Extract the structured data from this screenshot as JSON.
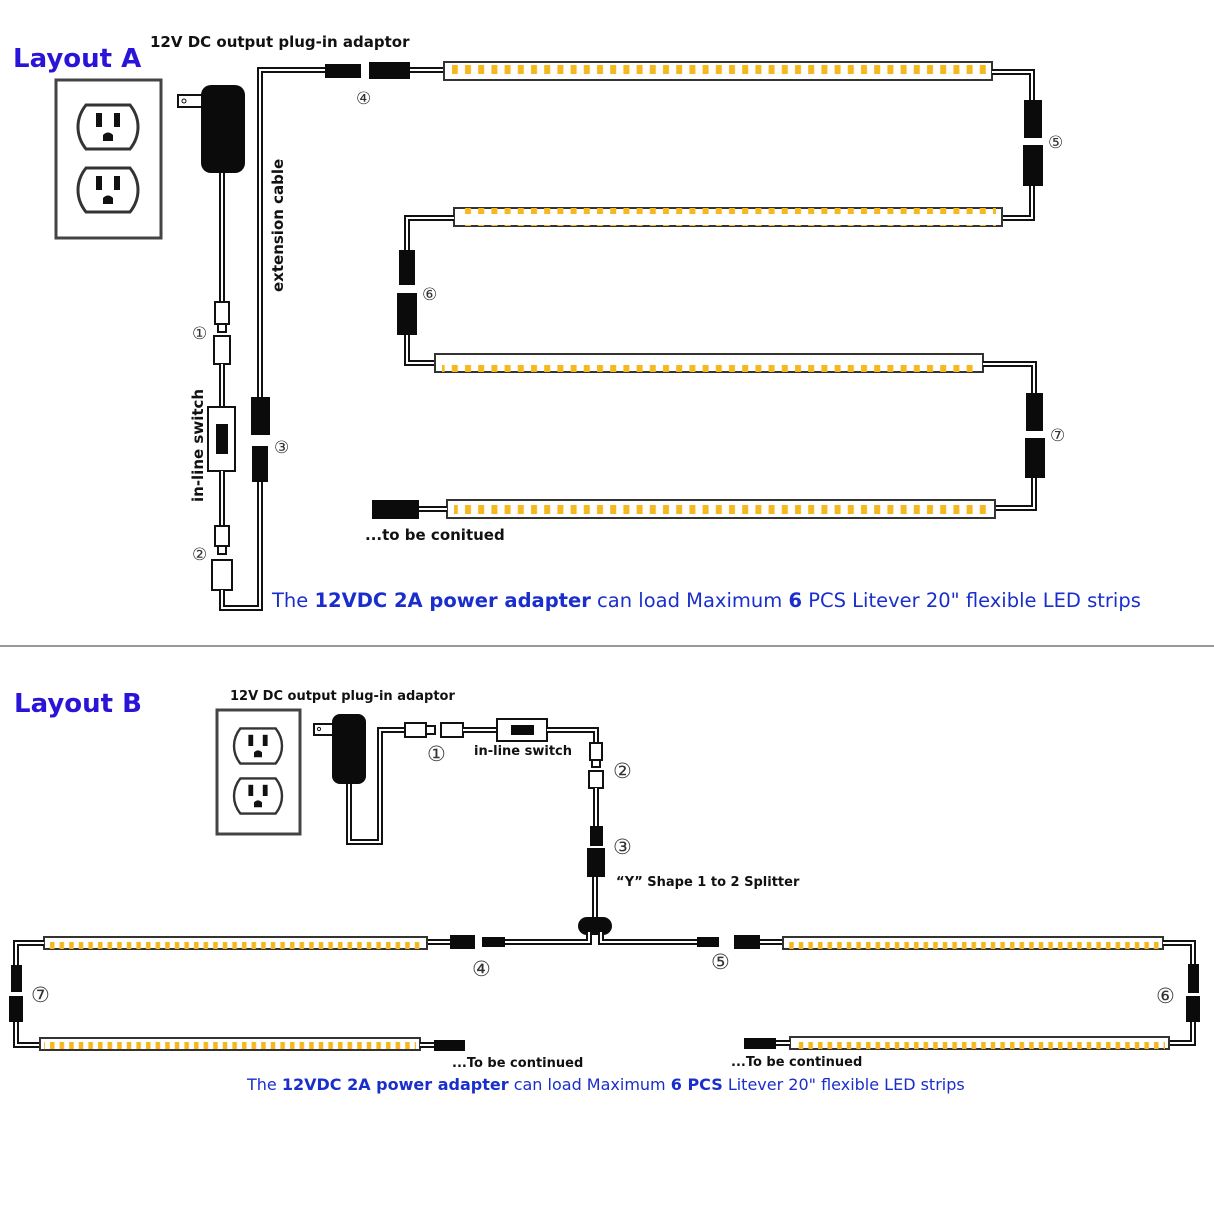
{
  "layout_a": {
    "title": "Layout A",
    "adaptor_label": "12V DC output plug-in adaptor",
    "extension_label": "extension cable",
    "switch_label": "in-line switch",
    "continue_label": "...to be conitued",
    "connectors": [
      "①",
      "②",
      "③",
      "④",
      "⑤",
      "⑥",
      "⑦"
    ],
    "note": {
      "part1": "The ",
      "part2_bold": "12VDC 2A power adapter",
      "part3": " can load Maximum ",
      "part4_bold": "6",
      "part5": " PCS Litever 20\" flexible LED strips"
    },
    "strip_count": 4
  },
  "layout_b": {
    "title": "Layout B",
    "adaptor_label": "12V DC output plug-in adaptor",
    "switch_label": "in-line switch",
    "splitter_label": "“Y” Shape 1 to 2 Splitter",
    "continue_left_label": "...To be continued",
    "continue_right_label": "...To be continued",
    "connectors": [
      "①",
      "②",
      "③",
      "④",
      "⑤",
      "⑥",
      "⑦"
    ],
    "note": {
      "part1": "The ",
      "part2_bold": "12VDC 2A power adapter",
      "part3": " can load Maximum ",
      "part4_bold": "6 PCS",
      "part5": " Litever 20\" flexible LED strips"
    },
    "strip_count": 4
  },
  "colors": {
    "title": "#2a14d8",
    "note": "#1a2ecc",
    "led": "#f5b81f",
    "wire": "#111111",
    "divider": "#999999"
  },
  "icons": [
    "wall-outlet-icon",
    "power-adapter-icon",
    "dc-connector-icon",
    "inline-switch-icon",
    "y-splitter-icon",
    "led-strip-icon"
  ]
}
